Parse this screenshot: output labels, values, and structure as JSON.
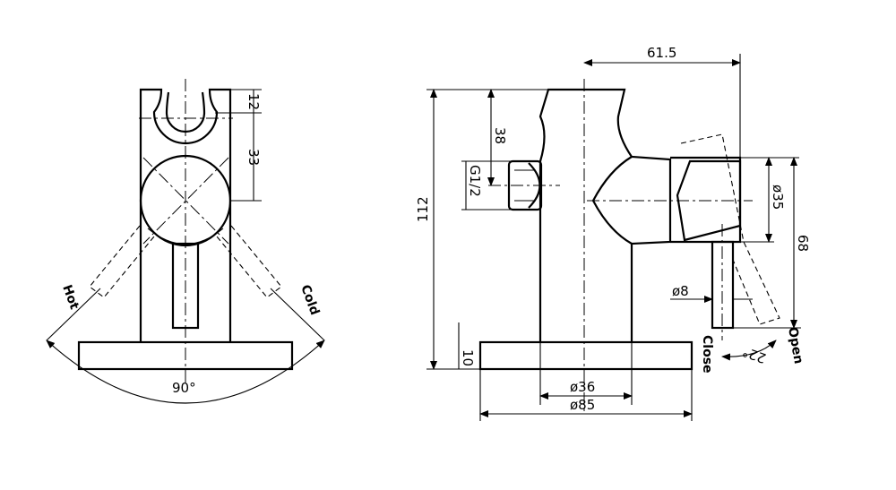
{
  "front_view": {
    "dims": {
      "top_gap": "12",
      "hook_height": "33",
      "angle": "90°"
    },
    "labels": {
      "hot": "Hot",
      "cold": "Cold"
    }
  },
  "side_view": {
    "dims": {
      "width_top": "61.5",
      "height_38": "38",
      "thread": "G1/2",
      "total_height": "112",
      "base_height": "10",
      "dia_35": "ø35",
      "height_68": "68",
      "dia_8": "ø8",
      "dia_36": "ø36",
      "dia_85": "ø85",
      "angle": "22°"
    },
    "labels": {
      "close": "Close",
      "open": "Open"
    }
  }
}
